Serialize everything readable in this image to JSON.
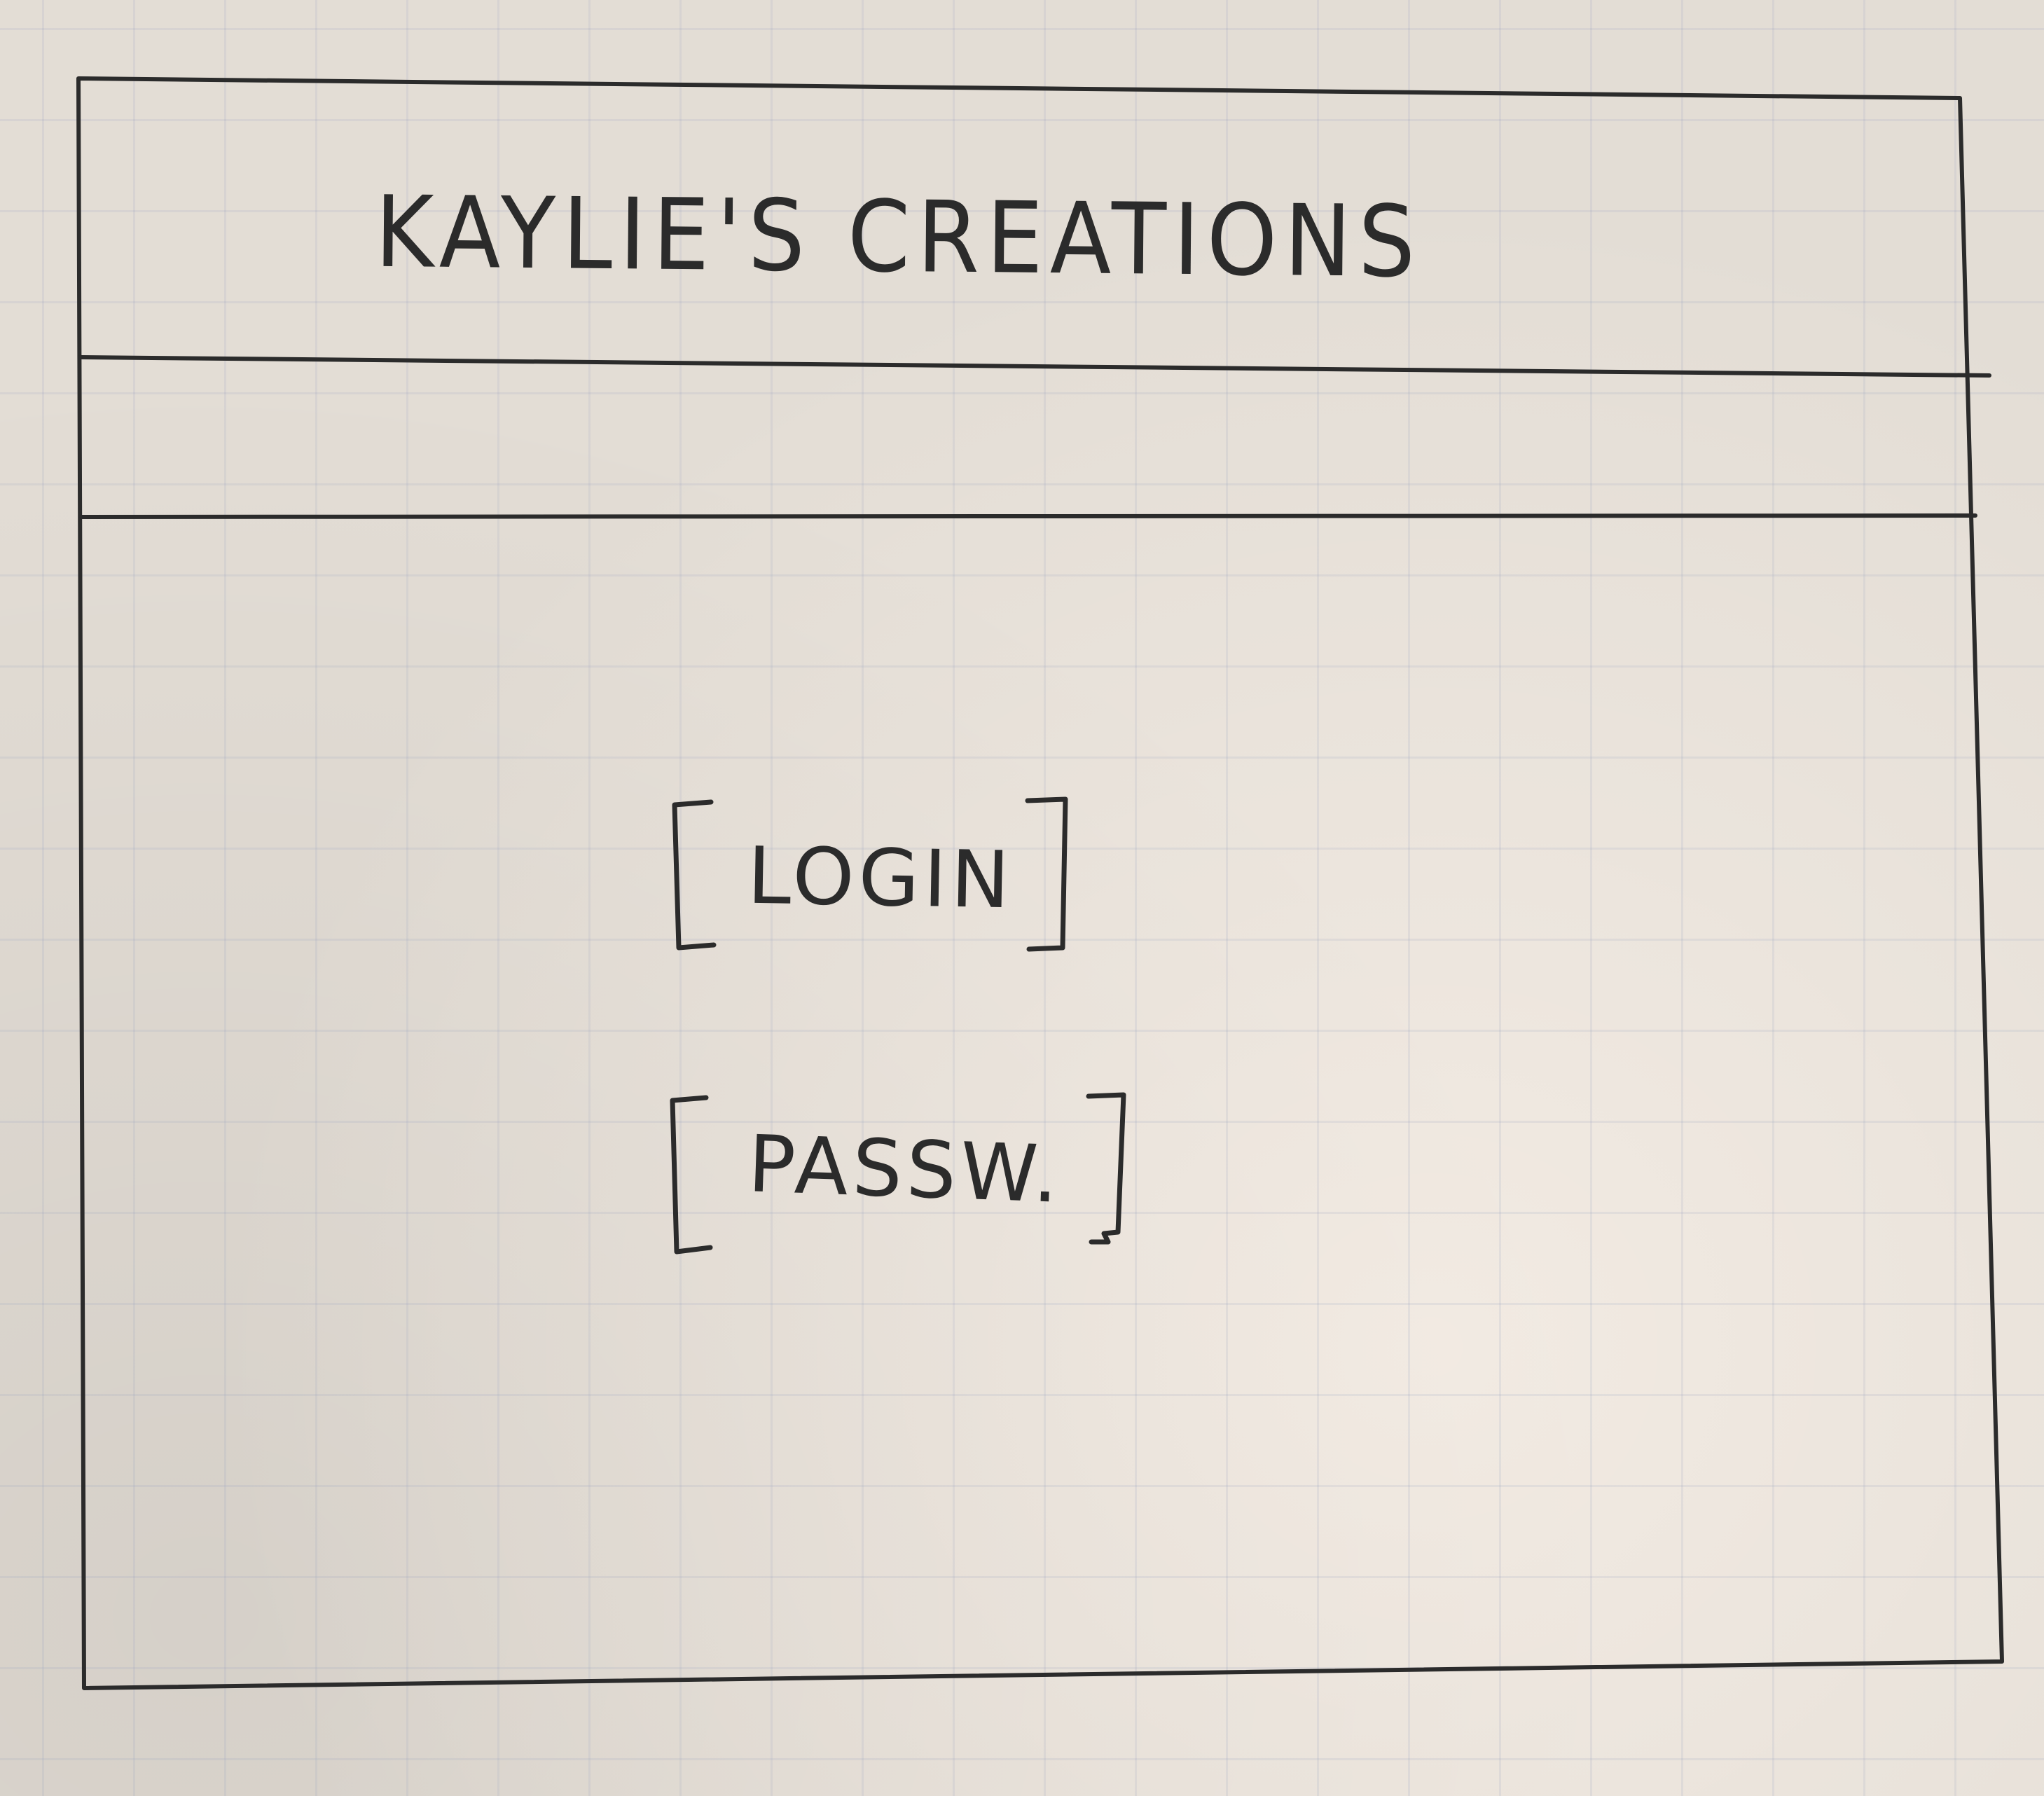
{
  "header": {
    "site_title": "KAYLIE'S CREATIONS"
  },
  "form": {
    "login_field": {
      "placeholder": "LOGIN"
    },
    "password_field": {
      "placeholder": "PASSW."
    }
  }
}
